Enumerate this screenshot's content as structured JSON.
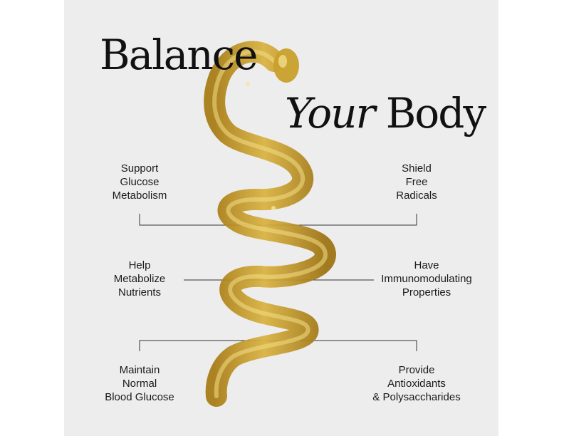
{
  "title": {
    "line1": "Balance",
    "line2_italic": "Your",
    "line2_rest": "Body"
  },
  "benefits": {
    "left_top": [
      "Support",
      "Glucose",
      "Metabolism"
    ],
    "right_top": [
      "Shield",
      "Free",
      "Radicals"
    ],
    "left_mid": [
      "Help",
      "Metabolize",
      "Nutrients"
    ],
    "right_mid": [
      "Have",
      "Immunomodulating",
      "Properties"
    ],
    "left_bottom": [
      "Maintain",
      "Normal",
      "Blood Glucose"
    ],
    "right_bottom": [
      "Provide",
      "Antioxidants",
      "& Polysaccharides"
    ]
  },
  "colors": {
    "background": "#ededed",
    "honey": "#c9a02c",
    "honey_highlight": "#f1dc80",
    "line": "#333333"
  }
}
